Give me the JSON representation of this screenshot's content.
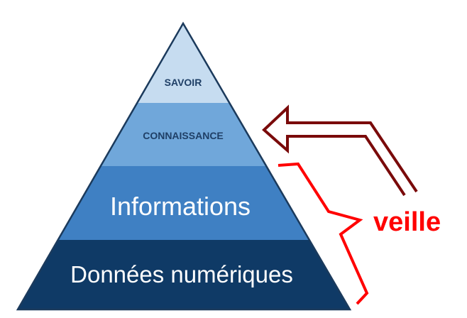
{
  "pyramid": {
    "levels": [
      {
        "label": "SAVOIR",
        "color": "#c6dcf0",
        "text_color": "#1f3f66"
      },
      {
        "label": "CONNAISSANCE",
        "color": "#70a7da",
        "text_color": "#1f3f66"
      },
      {
        "label": "Informations",
        "color": "#3f80c3",
        "text_color": "#ffffff"
      },
      {
        "label": "Données numériques",
        "color": "#0f3a66",
        "text_color": "#ffffff"
      }
    ],
    "outline_color": "#1b3a5c"
  },
  "annotation": {
    "label": "veille",
    "brace_color": "#ff0000",
    "arrow_color": "#7a0a0a"
  }
}
